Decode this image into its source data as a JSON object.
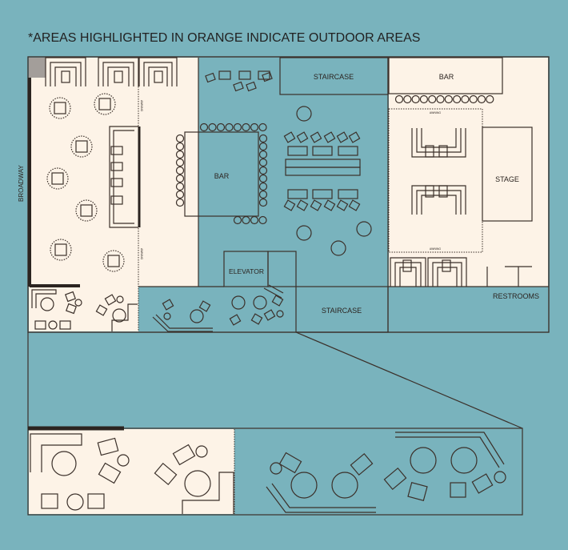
{
  "title": "*AREAS HIGHLIGHTED IN ORANGE INDICATE OUTDOOR AREAS",
  "labels": {
    "broadway": "BROADWAY",
    "staircase_top": "STAIRCASE",
    "staircase_bottom": "STAIRCASE",
    "bar_main": "BAR",
    "bar_right": "BAR",
    "stage": "STAGE",
    "elevator": "ELEVATOR",
    "restrooms": "RESTROOMS",
    "awning": "AWNING"
  },
  "colors": {
    "background": "#79b3bd",
    "outdoor": "#fdf3e7",
    "indoor": "#ffffff",
    "staircase": "#a39e9a",
    "lines": "#3b302a"
  }
}
